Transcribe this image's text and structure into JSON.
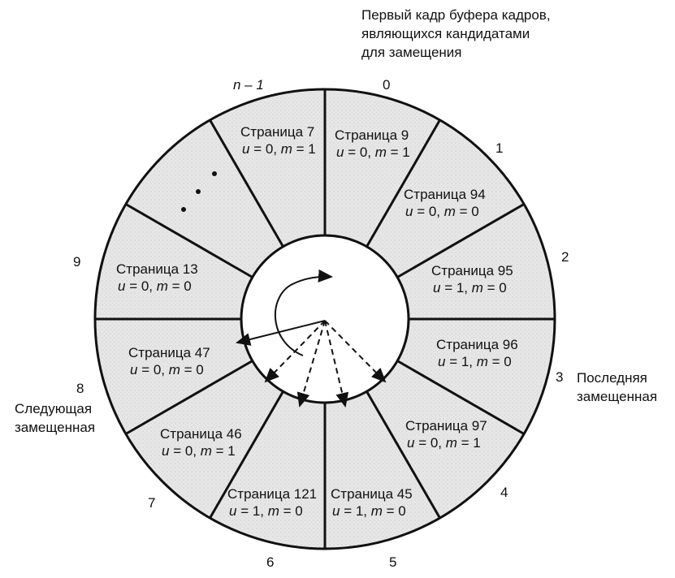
{
  "annotations": {
    "first_frame": [
      "Первый кадр буфера кадров,",
      "являющихся кандидатами",
      "для замещения"
    ],
    "last_replaced": [
      "Последняя",
      "замещенная"
    ],
    "next_replaced": [
      "Следующая",
      "замещенная"
    ]
  },
  "frame_numbers": {
    "n_minus_1": "n – 1",
    "f0": "0",
    "f1": "1",
    "f2": "2",
    "f3": "3",
    "f4": "4",
    "f5": "5",
    "f6": "6",
    "f7": "7",
    "f8": "8",
    "f9": "9"
  },
  "segments": [
    {
      "page": "Страница 9",
      "u": "0",
      "m": "1"
    },
    {
      "page": "Страница 94",
      "u": "0",
      "m": "0"
    },
    {
      "page": "Страница 95",
      "u": "1",
      "m": "0"
    },
    {
      "page": "Страница 96",
      "u": "1",
      "m": "0"
    },
    {
      "page": "Страница 97",
      "u": "0",
      "m": "1"
    },
    {
      "page": "Страница 45",
      "u": "1",
      "m": "0"
    },
    {
      "page": "Страница 121",
      "u": "1",
      "m": "0"
    },
    {
      "page": "Страница 46",
      "u": "0",
      "m": "1"
    },
    {
      "page": "Страница 47",
      "u": "0",
      "m": "0"
    },
    {
      "page": "Страница 13",
      "u": "0",
      "m": "0"
    },
    {
      "page": "",
      "u": "",
      "m": ""
    },
    {
      "page": "Страница 7",
      "u": "0",
      "m": "1"
    }
  ],
  "symbols": {
    "u": "u",
    "m": "m",
    "eq": " = ",
    "sep": ", "
  }
}
